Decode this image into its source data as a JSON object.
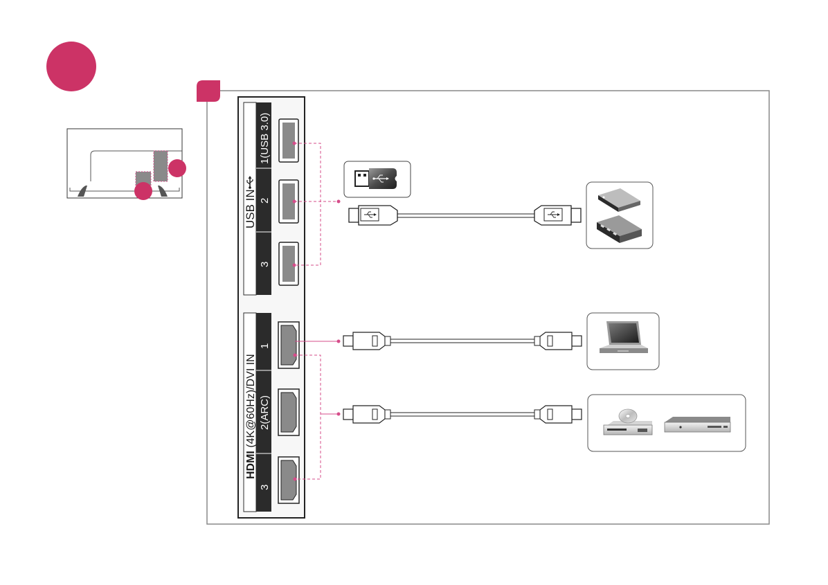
{
  "usb_panel": {
    "title": "USB IN",
    "ports": [
      {
        "number": "1",
        "spec": "(USB 3.0)"
      },
      {
        "number": "2",
        "spec": ""
      },
      {
        "number": "3",
        "spec": ""
      }
    ]
  },
  "hdmi_panel": {
    "logo": "HDMI",
    "title": " (4K@60Hz)/DVI IN",
    "ports": [
      {
        "number": "1"
      },
      {
        "number": "2",
        "spec": "(ARC)"
      },
      {
        "number": "3"
      }
    ]
  },
  "colors": {
    "accent": "#cc3366",
    "dashed_line": "#d64c8a",
    "panel_dark": "#2b2b2b",
    "port_fill": "#8a8a8a",
    "frame": "#888888"
  },
  "icons": [
    "usb-flash-drive-icon",
    "usb-hard-drive-icon",
    "usb-hub-icon",
    "laptop-icon",
    "dvd-player-icon",
    "set-top-box-icon"
  ]
}
